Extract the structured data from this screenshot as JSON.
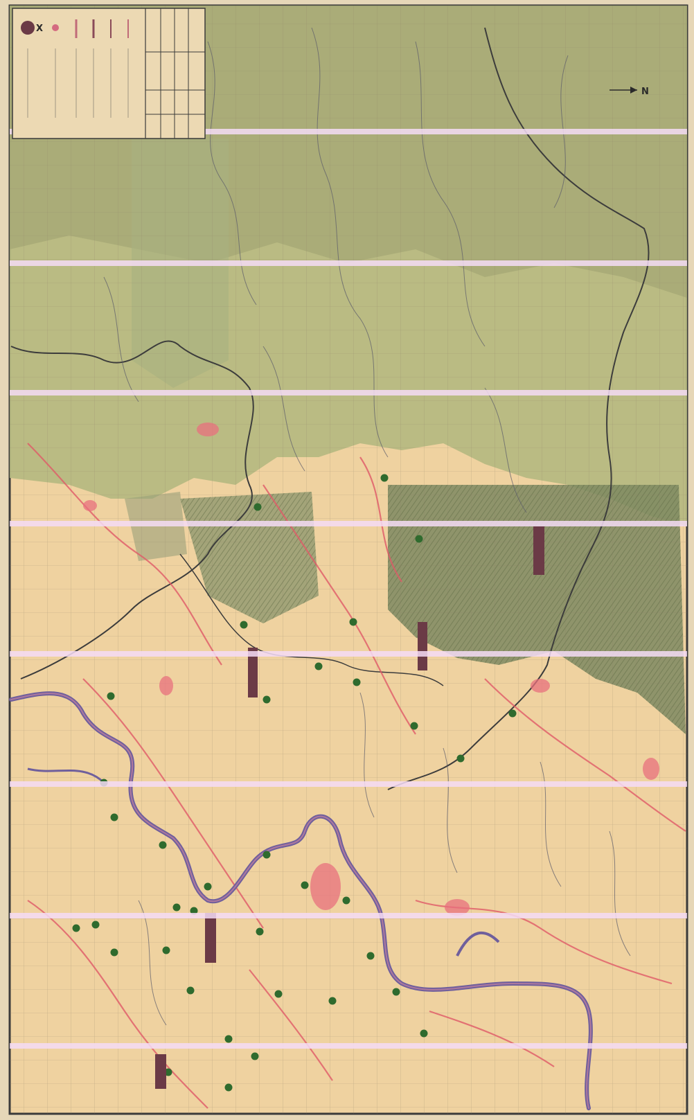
{
  "map": {
    "north_label": "N",
    "legend_marker_label": "X",
    "colors": {
      "paper": "#efd2a0",
      "forest_green": "#aab878",
      "hill_shade": "#7e8a62",
      "river": "#6f5f9c",
      "road": "#e05a68",
      "boundary": "#3c3c3c",
      "grid": "#8a7a66",
      "village": "#2f6b2e",
      "site_block": "#6b3a46",
      "scan_band": "#f4dcf6"
    },
    "icons": {
      "village": "filled-circle",
      "site": "bar-rectangle",
      "north": "arrow"
    }
  }
}
